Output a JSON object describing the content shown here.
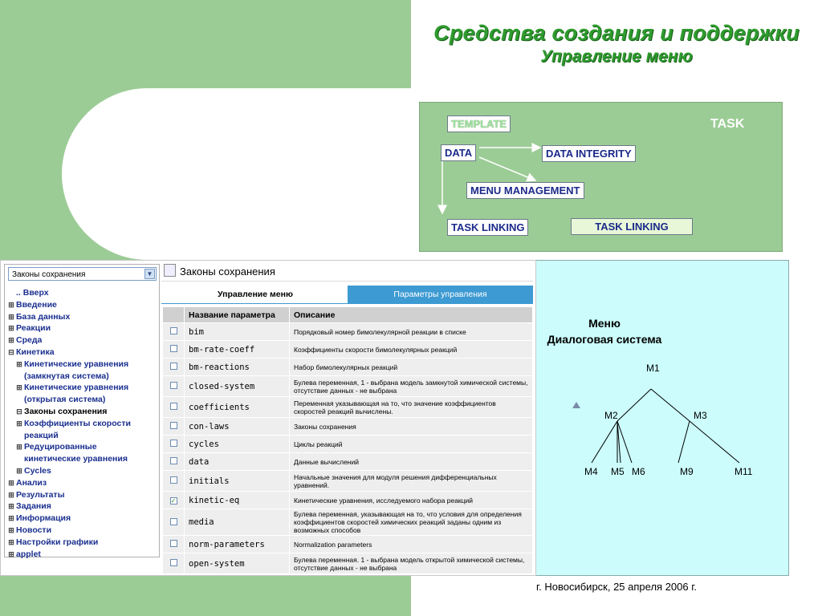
{
  "slide": {
    "title": "Средства создания и поддержки",
    "subtitle": "Управление меню",
    "footer": "г. Новосибирск, 25 апреля 2006 г."
  },
  "task_diagram": {
    "corner_label": "TASK",
    "nodes": {
      "template": "TEMPLATE",
      "data": "DATA",
      "data_integrity": "DATA INTEGRITY",
      "menu_management": "MENU MANAGEMENT",
      "task_linking_1": "TASK LINKING",
      "task_linking_2": "TASK LINKING"
    }
  },
  "dialog_panel": {
    "title_line1": "Меню",
    "title_line2": "Диалоговая система",
    "tree": {
      "root": "M1",
      "level2": [
        "M2",
        "M3"
      ],
      "leaves": [
        "M4",
        "M5",
        "M6",
        "M9",
        "M11"
      ]
    }
  },
  "screenshot": {
    "sidebar": {
      "select_value": "Законы сохранения",
      "items": [
        {
          "label": ".. Вверх",
          "expander": "",
          "indent": false,
          "current": false
        },
        {
          "label": "Введение",
          "expander": "⊞",
          "indent": false,
          "current": false
        },
        {
          "label": "База данных",
          "expander": "⊞",
          "indent": false,
          "current": false
        },
        {
          "label": "Реакции",
          "expander": "⊞",
          "indent": false,
          "current": false
        },
        {
          "label": "Среда",
          "expander": "⊞",
          "indent": false,
          "current": false
        },
        {
          "label": "Кинетика",
          "expander": "⊟",
          "indent": false,
          "current": false
        },
        {
          "label": "Кинетические уравнения",
          "expander": "⊞",
          "indent": true,
          "current": false
        },
        {
          "label": "(замкнутая система)",
          "expander": "",
          "indent": true,
          "current": false
        },
        {
          "label": "Кинетические уравнения",
          "expander": "⊞",
          "indent": true,
          "current": false
        },
        {
          "label": "(открытая система)",
          "expander": "",
          "indent": true,
          "current": false
        },
        {
          "label": "Законы сохранения",
          "expander": "⊟",
          "indent": true,
          "current": true
        },
        {
          "label": "Коэффициенты скорости",
          "expander": "⊞",
          "indent": true,
          "current": false
        },
        {
          "label": "реакций",
          "expander": "",
          "indent": true,
          "current": false
        },
        {
          "label": "Редуцированные",
          "expander": "⊞",
          "indent": true,
          "current": false
        },
        {
          "label": "кинетические уравнения",
          "expander": "",
          "indent": true,
          "current": false
        },
        {
          "label": "Cycles",
          "expander": "⊞",
          "indent": true,
          "current": false
        },
        {
          "label": "Анализ",
          "expander": "⊞",
          "indent": false,
          "current": false
        },
        {
          "label": "Результаты",
          "expander": "⊞",
          "indent": false,
          "current": false
        },
        {
          "label": "Задания",
          "expander": "⊞",
          "indent": false,
          "current": false
        },
        {
          "label": "Информация",
          "expander": "⊞",
          "indent": false,
          "current": false
        },
        {
          "label": "Новости",
          "expander": "⊞",
          "indent": false,
          "current": false
        },
        {
          "label": "Настройки графики",
          "expander": "⊞",
          "indent": false,
          "current": false
        },
        {
          "label": "applet",
          "expander": "⊞",
          "indent": false,
          "current": false
        }
      ]
    },
    "main": {
      "title": "Законы сохранения",
      "tabs": [
        "Управление меню",
        "Параметры управления"
      ],
      "table": {
        "headers": [
          "Название параметра",
          "Описание"
        ],
        "rows": [
          {
            "checked": false,
            "name": "bim",
            "desc": "Порядковый номер бимолекулярной реакции в списке"
          },
          {
            "checked": false,
            "name": "bm-rate-coeff",
            "desc": "Коэффициенты скорости бимолекулярных реакций"
          },
          {
            "checked": false,
            "name": "bm-reactions",
            "desc": "Набор бимолекулярных реакций"
          },
          {
            "checked": false,
            "name": "closed-system",
            "desc": "Булева переменная, 1 - выбрана модель замкнутой химической системы, отсутствие данных - не выбрана"
          },
          {
            "checked": false,
            "name": "coefficients",
            "desc": "Переменная указывающая на то, что значение коэффициентов скоростей реакций вычислены."
          },
          {
            "checked": false,
            "name": "con-laws",
            "desc": "Законы сохранения"
          },
          {
            "checked": false,
            "name": "cycles",
            "desc": "Циклы реакций"
          },
          {
            "checked": false,
            "name": "data",
            "desc": "Данные вычислений"
          },
          {
            "checked": false,
            "name": "initials",
            "desc": "Начальные значения для модуля решения дифференциальных уравнений."
          },
          {
            "checked": true,
            "name": "kinetic-eq",
            "desc": "Кинетические уравнения, исследуемого набора реакций"
          },
          {
            "checked": false,
            "name": "media",
            "desc": "Булева переменная, указывающая на то, что условия для определения коэффициентов скоростей химических реакций заданы одним из возможных способов"
          },
          {
            "checked": false,
            "name": "norm-parameters",
            "desc": "Normalization parameters"
          },
          {
            "checked": false,
            "name": "open-system",
            "desc": "Булева переменная. 1 - выбрана модель открытой химической системы, отсутствие данных - не выбрана"
          }
        ]
      }
    }
  }
}
